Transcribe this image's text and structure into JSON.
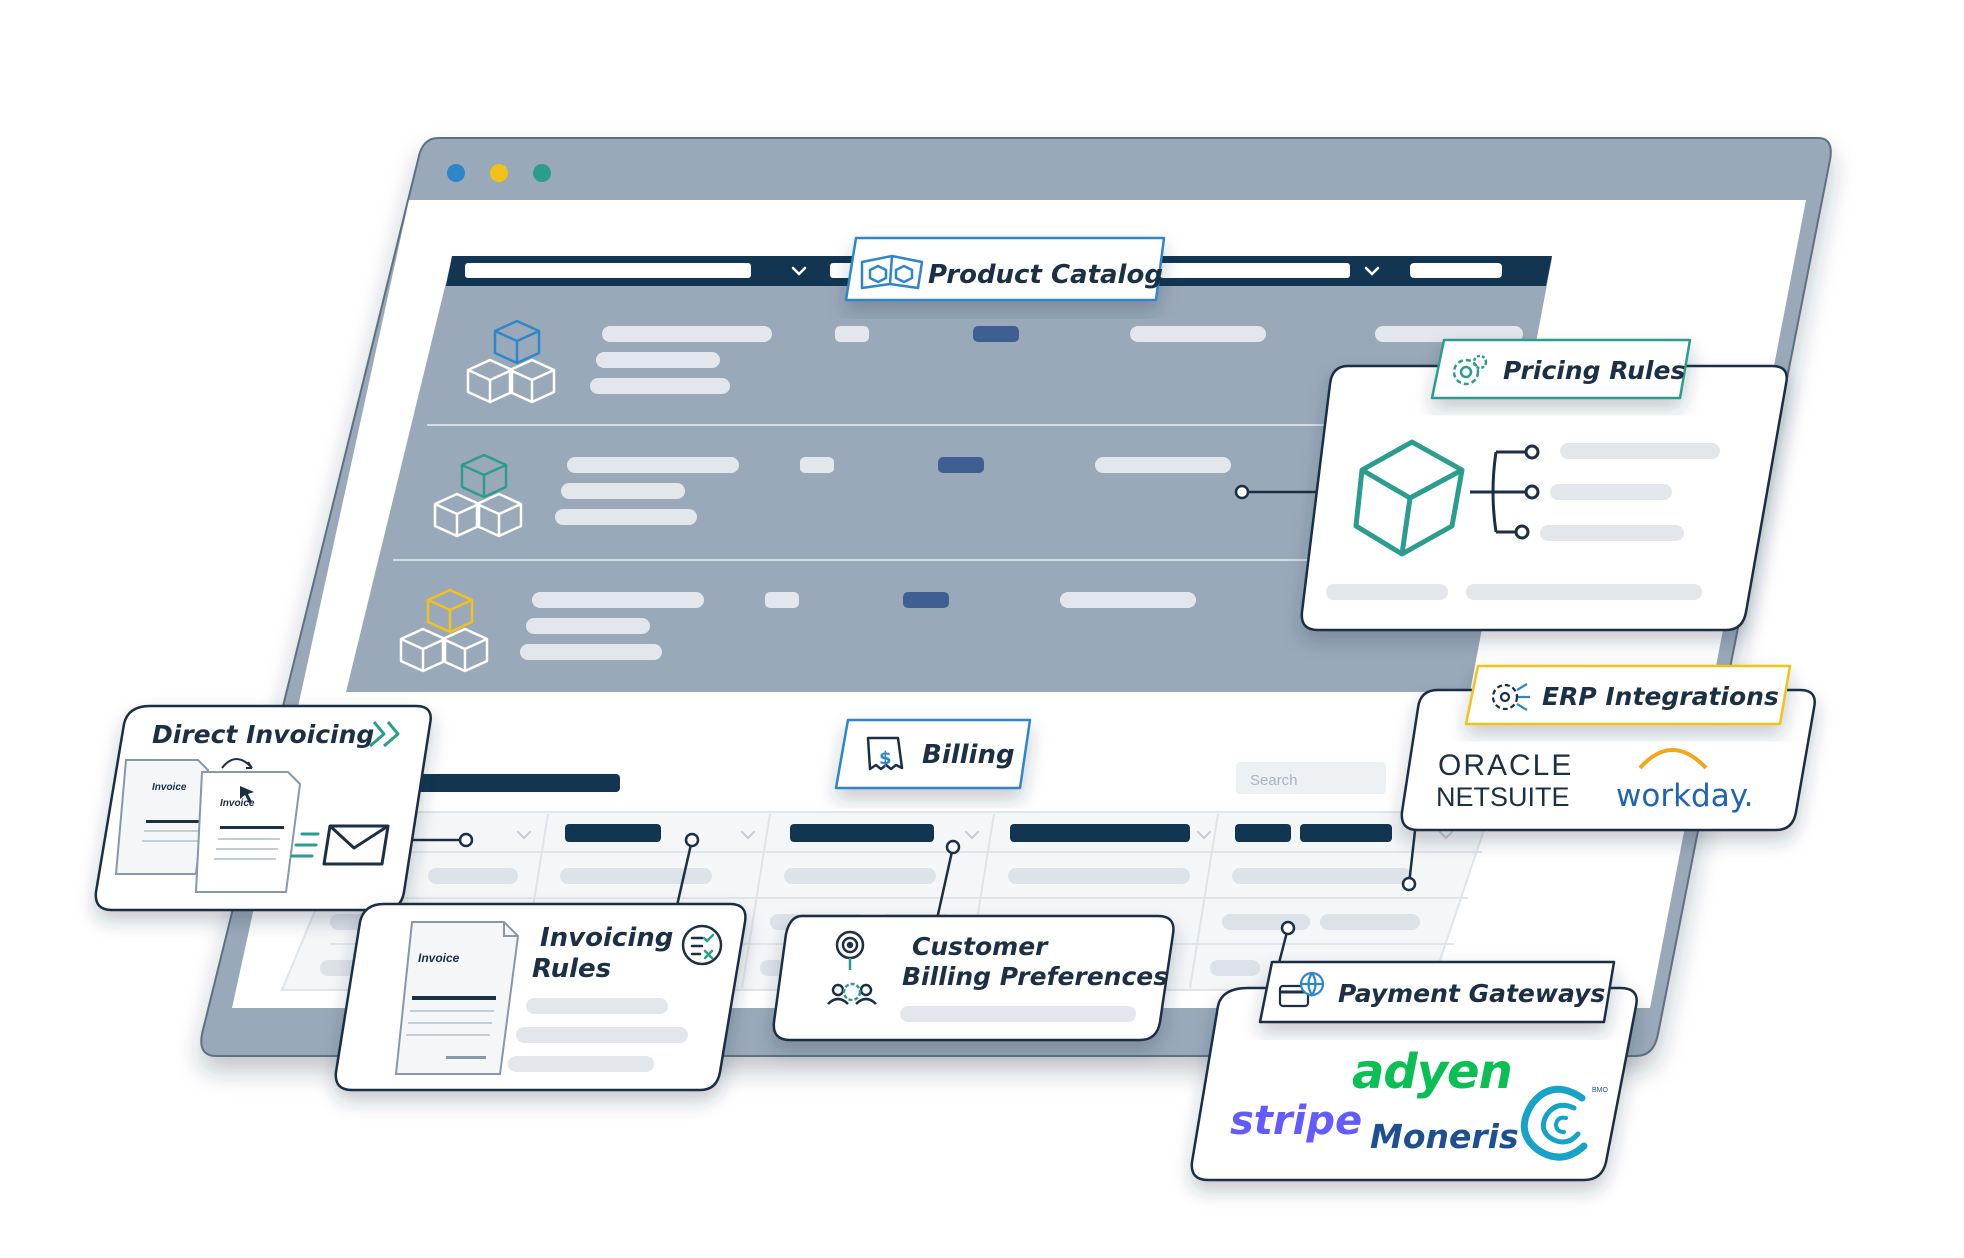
{
  "window": {
    "dots": [
      "#2e86c8",
      "#f2c21b",
      "#2a9d8f"
    ]
  },
  "labels": {
    "product_catalog": "Product Catalog",
    "pricing_rules": "Pricing Rules",
    "billing": "Billing",
    "erp_integrations": "ERP Integrations",
    "direct_invoicing": "Direct Invoicing",
    "invoicing_rules_line1": "Invoicing",
    "invoicing_rules_line2": "Rules",
    "customer_billing_line1": "Customer",
    "customer_billing_line2": "Billing Preferences",
    "payment_gateways": "Payment Gateways"
  },
  "search": {
    "placeholder": "Search"
  },
  "invoice": {
    "doc_label": "Invoice"
  },
  "erp": {
    "oracle_line1": "ORACLE",
    "oracle_line2": "NETSUITE",
    "workday": "workday."
  },
  "gateways": {
    "adyen": "adyen",
    "stripe": "stripe",
    "moneris": "Moneris",
    "moneris_mark": "BMO"
  },
  "colors": {
    "navy": "#123552",
    "slate": "#9aa9b9",
    "teal": "#2a9d8f",
    "blue": "#2e86c8",
    "yellow": "#f2c21b",
    "adyen_green": "#0abf53",
    "stripe_purple": "#635bff",
    "moneris_blue": "#1d4f91"
  },
  "icons": {
    "product_catalog": "open-book-icon",
    "pricing_rules": "gear-cog-icon",
    "billing": "receipt-dollar-icon",
    "erp_integrations": "gear-network-icon",
    "direct_invoicing": "double-chevron-right-icon",
    "invoicing_rules": "checklist-circle-icon",
    "customer_billing": "target-people-icon",
    "payment_gateways": "card-globe-icon",
    "send": "envelope-icon"
  }
}
